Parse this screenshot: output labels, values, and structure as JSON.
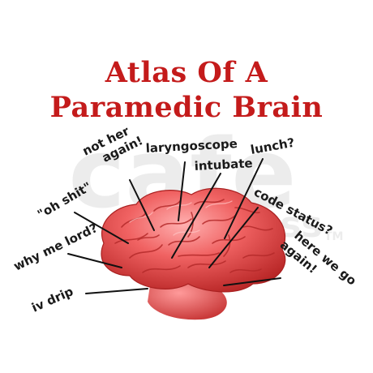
{
  "title_lines": [
    "Atlas Of A",
    "Paramedic Brain"
  ],
  "annotations": [
    {
      "id": "not-her-again",
      "lines": [
        "not her",
        "again!"
      ]
    },
    {
      "id": "laryngoscope",
      "lines": [
        "laryngoscope"
      ]
    },
    {
      "id": "lunch",
      "lines": [
        "lunch?"
      ]
    },
    {
      "id": "intubate",
      "lines": [
        "intubate"
      ]
    },
    {
      "id": "code-status",
      "lines": [
        "code status?"
      ]
    },
    {
      "id": "oh-shit",
      "lines": [
        "\"oh shit\""
      ]
    },
    {
      "id": "here-we-go-again",
      "lines": [
        "here we go",
        "again!"
      ]
    },
    {
      "id": "why-me-lord",
      "lines": [
        "why me lord?"
      ]
    },
    {
      "id": "iv-drip",
      "lines": [
        "iv drip"
      ]
    }
  ],
  "watermark": {
    "text": "cafe",
    "subtext": "press",
    "trademark": "TM"
  },
  "colors": {
    "title": "#c41b1b",
    "brain_base": "#e94b4b",
    "brain_highlight": "#ff8a8a",
    "brain_shadow": "#b82626",
    "watermark": "#ececec"
  }
}
